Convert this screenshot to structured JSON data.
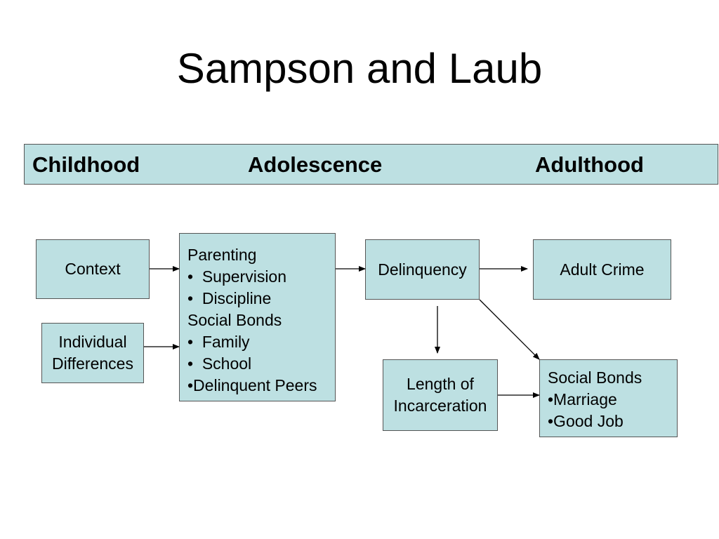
{
  "title": "Sampson and Laub",
  "stages": {
    "childhood": "Childhood",
    "adolescence": "Adolescence",
    "adulthood": "Adulthood"
  },
  "boxes": {
    "context": "Context",
    "individual_differences": [
      "Individual",
      "Differences"
    ],
    "parenting": [
      "Parenting",
      "•  Supervision",
      "•  Discipline",
      "Social Bonds",
      "•  Family",
      "•  School",
      "•Delinquent Peers"
    ],
    "delinquency": "Delinquency",
    "adult_crime": "Adult Crime",
    "incarceration": [
      "Length of",
      "Incarceration"
    ],
    "adult_social_bonds": [
      "Social Bonds",
      "•Marriage",
      "•Good Job"
    ]
  },
  "colors": {
    "box_fill": "#bde0e2",
    "box_border": "#555555"
  }
}
